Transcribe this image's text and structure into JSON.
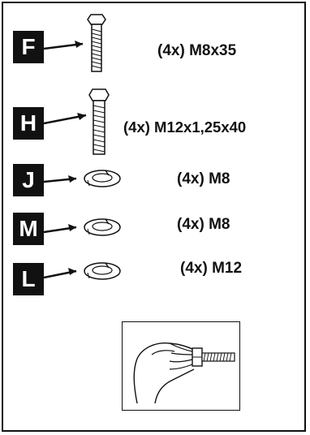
{
  "parts": [
    {
      "letter": "F",
      "label": "(4x) M8x35",
      "kind": "bolt",
      "icon": "bolt-icon"
    },
    {
      "letter": "H",
      "label": "(4x) M12x1,25x40",
      "kind": "bolt",
      "icon": "bolt-icon"
    },
    {
      "letter": "J",
      "label": "(4x) M8",
      "kind": "split-washer",
      "icon": "lock-washer-icon"
    },
    {
      "letter": "M",
      "label": "(4x) M8",
      "kind": "split-washer",
      "icon": "lock-washer-icon"
    },
    {
      "letter": "L",
      "label": "(4x) M12",
      "kind": "split-washer",
      "icon": "lock-washer-icon"
    }
  ],
  "illustration": {
    "icon": "hand-tightening-bolt-icon"
  }
}
